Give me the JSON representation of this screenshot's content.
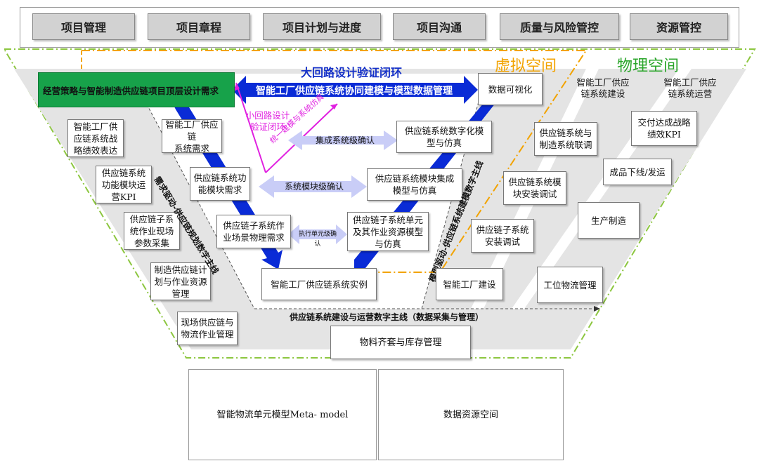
{
  "tabs": [
    "项目管理",
    "项目章程",
    "项目计划与进度",
    "项目沟通",
    "质量与风险管控",
    "资源管控"
  ],
  "spaces": {
    "virtual": "虚拟空间",
    "physical": "物理空间"
  },
  "top_loop": "大回路设计验证闭环",
  "top_arrow": "智能工厂供应链系统协同建模与模型数据管理",
  "green_box": "经营策略与智能制造供应链项目顶层设计需求",
  "data_viz": "数据可视化",
  "small_loop": "小回路设计\n验证闭环",
  "unified": "统一建模与系统仿真",
  "left_boxes": [
    "智能工厂供\n应链系统战\n略绩效表达",
    "供应链系统\n功能模块运\n营KPI",
    "供应链子系\n统作业现场\n参数采集",
    "制造供应链计\n划与作业资源\n管理",
    "现场供应链与\n物流作业管理"
  ],
  "v_left": [
    "智能工厂供应链\n系统需求",
    "供应链系统功\n能模块需求",
    "供应链子系统作\n业场景物理需求"
  ],
  "v_right": [
    "供应链系统数字化模\n型与仿真",
    "供应链系统模块集成\n模型与仿真",
    "供应链子系统单元\n及其作业资源模型\n与仿真"
  ],
  "v_bottom": "智能工厂供应链系统实例",
  "confirms": [
    "集成系统级确认",
    "系统模块级确认",
    "执行单元级确认"
  ],
  "left_thread": "需求驱动-供应链规划数字主线",
  "right_thread": "模型驱动-供应链系统建模数字主线",
  "bottom_thread": "供应链系统建设与运营数字主线（数据采集与管理）",
  "right_headers": [
    "智能工厂供应\n链系统建设",
    "智能工厂供应\n链系统运营"
  ],
  "right_boxes": [
    "供应链系统与\n制造系统联调",
    "供应链系统模\n块安装调试",
    "供应链子系统\n安装调试",
    "智能工厂建设",
    "交付达成战略\n绩效KPI",
    "成品下线/发运",
    "生产制造",
    "工位物流管理"
  ],
  "material": "物料齐套与库存管理",
  "meta_model": "智能物流单元模型Meta- model",
  "data_space": "数据资源空间",
  "colors": {
    "green": "#17a24a",
    "blue": "#0a2bd6",
    "orange": "#f2a300",
    "light_green": "#7dc242",
    "magenta": "#e020e0",
    "lavender": "#c9cdf7"
  }
}
